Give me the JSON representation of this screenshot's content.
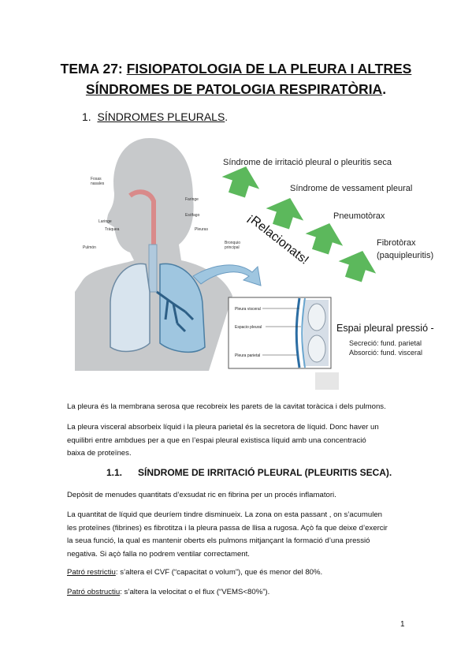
{
  "title": {
    "prefix": "TEMA 27: ",
    "line1": "FISIOPATOLOGIA DE LA PLEURA I ALTRES",
    "line2": "SÍNDROMES DE PATOLOGIA RESPIRATÒRIA",
    "suffix": "."
  },
  "section1": {
    "number": "1.",
    "label": "SÍNDROMES PLEURALS",
    "dot": "."
  },
  "figure": {
    "anatomy_labels": {
      "fosas": "Fosas",
      "nasales": "nasales",
      "faringe": "Faringe",
      "esofago": "Esófago",
      "laringe": "Laringe",
      "traquea": "Tráquea",
      "pleuras": "Pleuras",
      "bronquio": "Bronquio",
      "principal": "principal",
      "pulmon": "Pulmón"
    },
    "inset_labels": {
      "pleura_visceral": "Pleura visceral",
      "espacio_pleural": "Espacio pleural",
      "pleura_parietal": "Pleura parietal"
    },
    "syndromes": {
      "s1": "Síndrome de irritació pleural o pleuritis seca",
      "s2": "Síndrome de vessament pleural",
      "s3": "Pneumotòrax",
      "s4a": "Fibrotòrax",
      "s4b": "(paquipleuritis)"
    },
    "relacionats": "¡Relacionats!",
    "pressure": {
      "title": "Espai pleural pressió -",
      "secrecio": "Secreció: fund. parietal",
      "absorcio": "Absorció: fund. visceral"
    },
    "colors": {
      "arrow_green": "#5cb85c",
      "body_gray": "#c7c9cb",
      "lung_blue": "#9fc6e0",
      "accent_blue": "#6aa6cf"
    }
  },
  "paragraphs": {
    "p1": "La pleura és la membrana serosa que recobreix les parets de la cavitat toràcica i dels pulmons.",
    "p2_l1": "La pleura visceral absorbeix líquid i la pleura parietal és la secretora de líquid. Donc haver un",
    "p2_l2": "equilibri entre ambdues per a que en l’espai pleural existisca líquid amb una concentració",
    "p2_l3": "baixa de proteïnes."
  },
  "section11": {
    "number": "1.1.",
    "label": "SÍNDROME DE IRRITACIÓ PLEURAL (PLEURITIS SECA)."
  },
  "body": {
    "b1": "Depòsit de menudes quantitats d’exsudat ric en fibrina per un procés inflamatori.",
    "b2_l1": "La quantitat de líquid que deuríem tindre disminueix. La zona on esta passant , on s’acumulen",
    "b2_l2": "les proteïnes (fibrines) es fibrotitza i la pleura passa de llisa a rugosa. Açò fa que deixe d’exercir",
    "b2_l3": "la seua funció, la qual es mantenir oberts els pulmons mitjançant la formació d’una pressió",
    "b2_l4": "negativa. Si açò falla no podrem ventilar correctament.",
    "b3_term": "Patró restrictiu",
    "b3_rest": ": s’altera el CVF (“capacitat o volum”), que és menor del 80%.",
    "b4_term": "Patró obstructiu",
    "b4_rest": ": s’altera la velocitat o el flux (“VEMS<80%”)."
  },
  "page_number": "1"
}
